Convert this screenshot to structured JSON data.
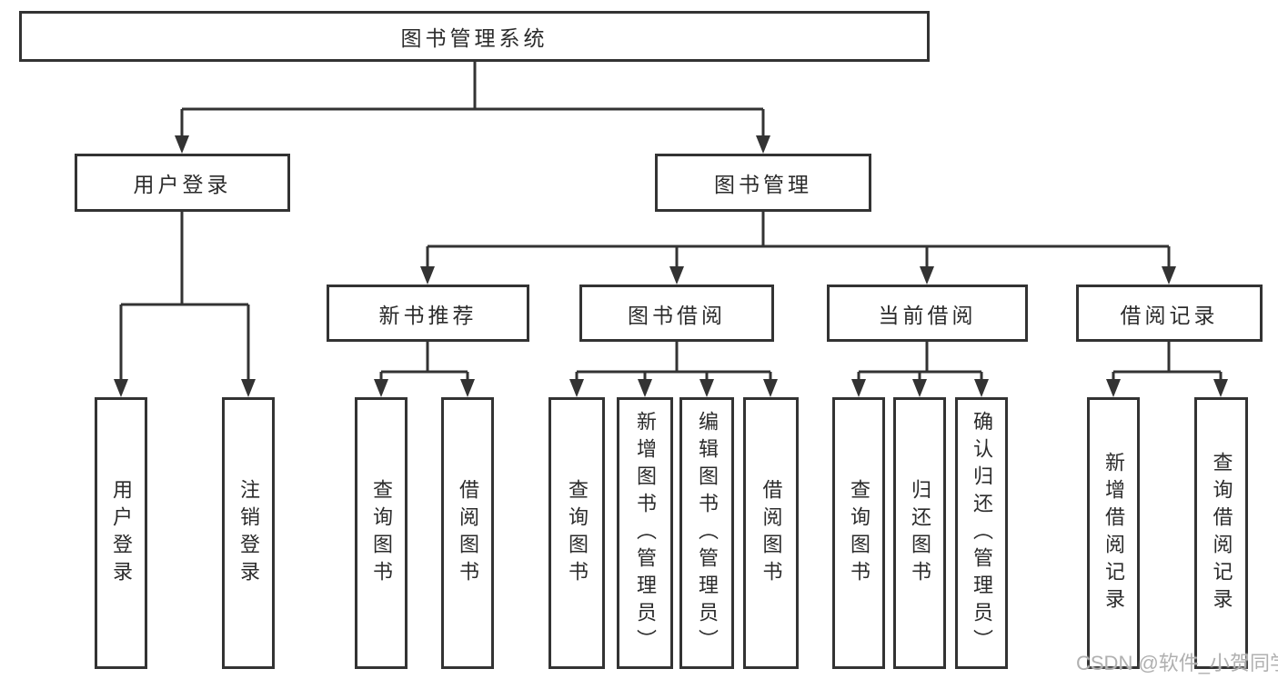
{
  "colors": {
    "line": "#333333",
    "text": "#2b2b2b",
    "box_background": "#ffffff",
    "watermark": "#b0b0b0"
  },
  "watermark": {
    "text": "CSDN @软件_小贺同学"
  },
  "nodes": {
    "root": "图书管理系统",
    "user_login": "用户登录",
    "book_management": "图书管理",
    "new_book_recommend": "新书推荐",
    "book_borrow": "图书借阅",
    "current_borrow": "当前借阅",
    "borrow_records": "借阅记录"
  },
  "leaves": {
    "user_login_group": [
      "用户登录",
      "注销登录"
    ],
    "new_book_group": [
      "查询图书",
      "借阅图书"
    ],
    "book_borrow_group": [
      "查询图书",
      "新增图书（管理员）",
      "编辑图书（管理员）",
      "借阅图书"
    ],
    "current_borrow_group": [
      "查询图书",
      "归还图书",
      "确认归还（管理员）"
    ],
    "borrow_records_group": [
      "新增借阅记录",
      "查询借阅记录"
    ]
  }
}
